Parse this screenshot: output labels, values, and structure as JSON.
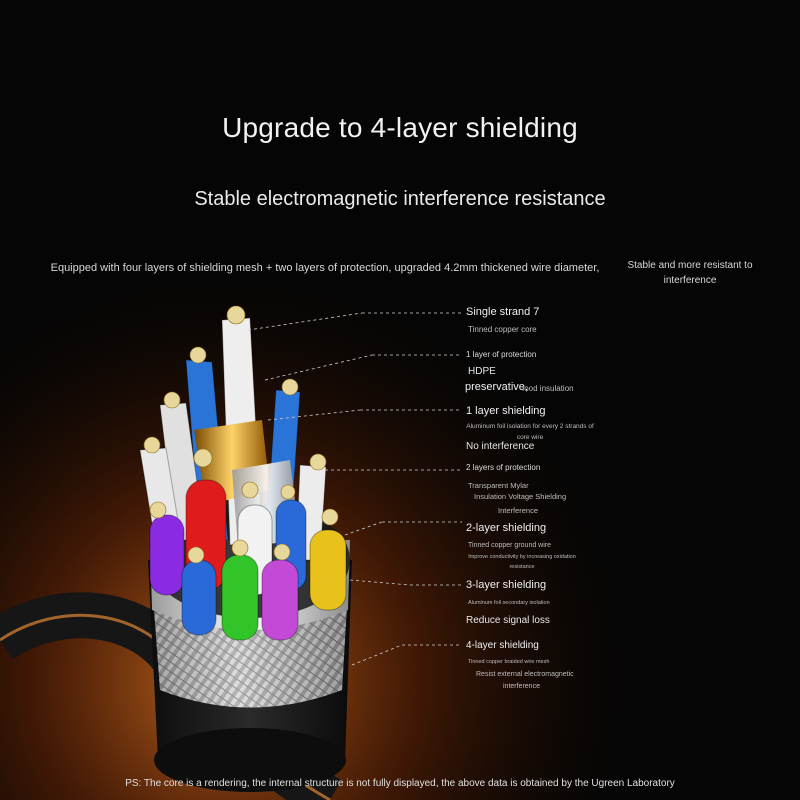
{
  "title": "Upgrade to 4-layer shielding",
  "subtitle": "Stable electromagnetic interference resistance",
  "description": "Equipped with four layers of shielding mesh + two layers of protection, upgraded 4.2mm thickened wire diameter,",
  "description_right": "Stable and more resistant to interference",
  "callouts": {
    "c1": {
      "title": "Single strand 7",
      "sub": "Tinned copper core"
    },
    "c2": {
      "title": "1 layer of protection",
      "sub_a": "HDPE",
      "sub_b": "preservative,",
      "sub_c": "food insulation"
    },
    "c3": {
      "title": "1 layer shielding",
      "sub": "Aluminum foil isolation for every 2 strands of core wire",
      "extra": "No interference"
    },
    "c4": {
      "title": "2 layers of protection",
      "sub_a": "Transparent Mylar",
      "sub_b": "Insulation Voltage Shielding",
      "sub_c": "Interference"
    },
    "c5": {
      "title": "2-layer shielding",
      "sub_a": "Tinned copper ground wire",
      "sub_b": "Improve conductivity by increasing oxidation resistance"
    },
    "c6": {
      "title": "3-layer shielding",
      "sub": "Aluminum foil secondary isolation",
      "extra": "Reduce signal loss"
    },
    "c7": {
      "title": "4-layer shielding",
      "sub_a": "Tinned copper braided wire mesh",
      "sub_b": "Resist external electromagnetic",
      "sub_c": "interference"
    }
  },
  "footer": "PS: The core is a rendering, the internal structure is not fully displayed, the above data is obtained by the Ugreen Laboratory",
  "colors": {
    "background": "#050505",
    "glow": "#ff7a1a",
    "text": "#ffffff",
    "leader_line": "#cfcfcf"
  }
}
